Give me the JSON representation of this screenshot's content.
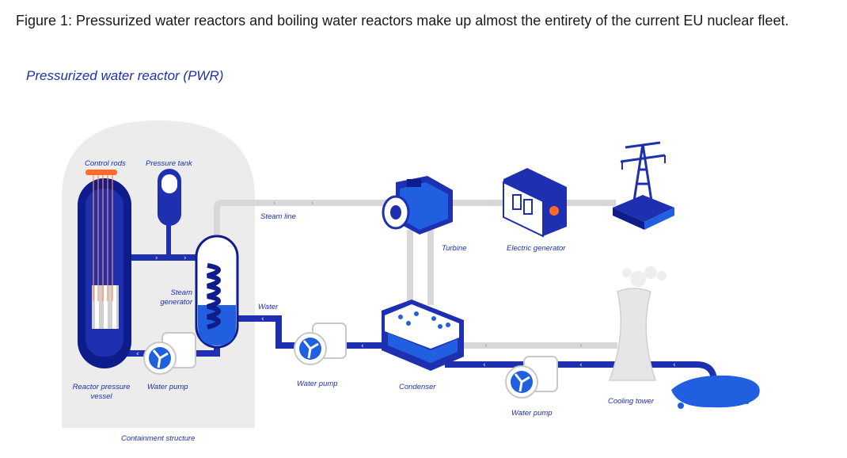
{
  "caption": "Figure 1: Pressurized water reactors and boiling water reactors make up almost the entirety of the current EU nuclear fleet.",
  "subtitle": "Pressurized water reactor (PWR)",
  "labels": {
    "control_rods": "Control rods",
    "pressure_tank": "Pressure tank",
    "steam_line": "Steam line",
    "turbine": "Turbine",
    "electric_generator": "Electric generator",
    "steam_generator_1": "Steam",
    "steam_generator_2": "generator",
    "water": "Water",
    "reactor_vessel_1": "Reactor pressure",
    "reactor_vessel_2": "vessel",
    "water_pump_inner": "Water pump",
    "water_pump_middle": "Water pump",
    "water_pump_bottom": "Water pump",
    "condenser": "Condenser",
    "cooling_tower": "Cooling tower",
    "containment": "Containment structure"
  },
  "colors": {
    "primary_blue": "#1e2fb0",
    "dark_blue": "#0f1d8c",
    "light_blue": "#1f5fe0",
    "containment_grey": "#ececec",
    "pipe_grey": "#d8d8d8",
    "control_rod_orange": "#ff6a2a",
    "generator_icon_orange": "#ff6a2a"
  }
}
